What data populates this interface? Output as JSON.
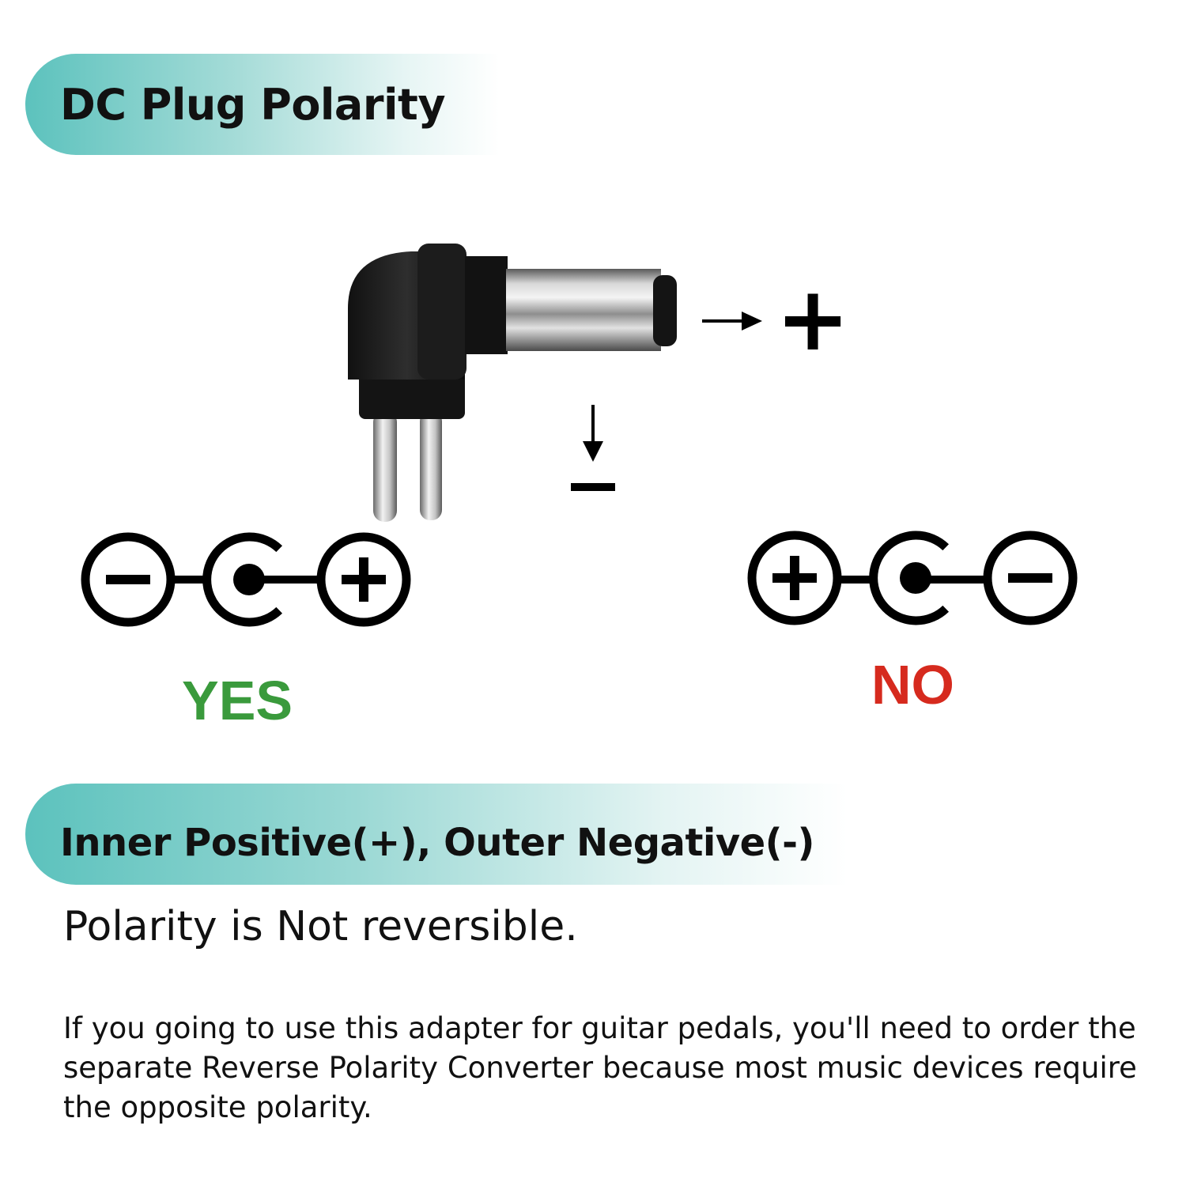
{
  "header": {
    "title": "DC Plug Polarity"
  },
  "plug": {
    "tip_symbol": "+",
    "body_symbol": "−"
  },
  "polarity_symbols": {
    "left": {
      "label": "YES",
      "label_color": "#3a9a3c",
      "outer_symbol": "−",
      "inner_symbol": "+"
    },
    "right": {
      "label": "NO",
      "label_color": "#d62a1e",
      "outer_symbol": "+",
      "inner_symbol": "−"
    }
  },
  "section": {
    "title": "Inner Positive(+), Outer Negative(-)",
    "subtitle": "Polarity is Not reversible.",
    "note": "If you going to use this adapter for guitar pedals, you'll need to order the separate Reverse Polarity Converter because most music devices require the opposite polarity."
  },
  "colors": {
    "banner_accent": "#5cc2bd",
    "symbol_stroke": "#000000"
  }
}
